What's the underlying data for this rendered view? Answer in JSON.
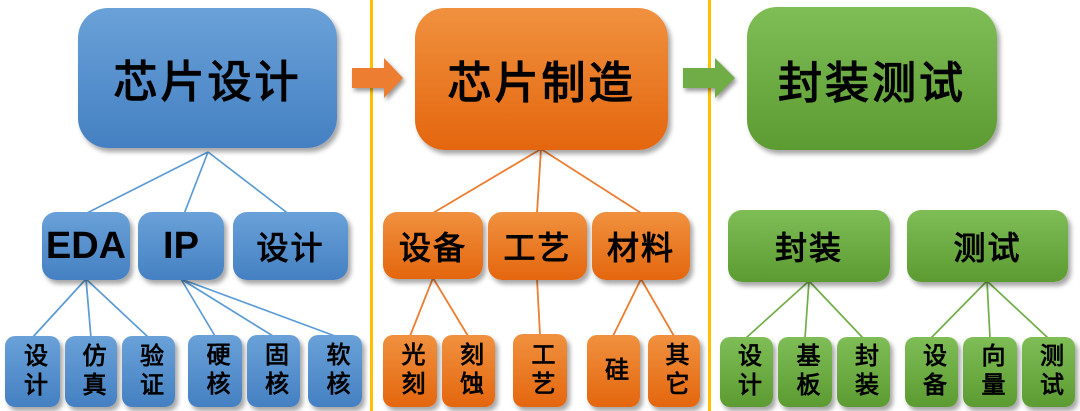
{
  "diagram": {
    "sections": [
      {
        "title": "芯片设计",
        "level2": [
          "EDA",
          "IP",
          "设计"
        ],
        "level3": [
          "设计",
          "仿真",
          "验证",
          "硬核",
          "固核",
          "软核"
        ],
        "accent": "#5B9BD5"
      },
      {
        "title": "芯片制造",
        "level2": [
          "设备",
          "工艺",
          "材料"
        ],
        "level3": [
          "光刻",
          "刻蚀",
          "工艺",
          "硅",
          "其它"
        ],
        "accent": "#ED7D31"
      },
      {
        "title": "封装测试",
        "level2": [
          "封装",
          "测试"
        ],
        "level3": [
          "设计",
          "基板",
          "封装",
          "设备",
          "向量",
          "测试"
        ],
        "accent": "#70AD47"
      }
    ],
    "colors": {
      "blue_gradient_top": "#6AA1D8",
      "blue_gradient_bottom": "#4480C2",
      "orange_gradient_top": "#F0913F",
      "orange_gradient_bottom": "#E4660E",
      "green_gradient_top": "#7FBD57",
      "green_gradient_bottom": "#5C9B31",
      "divider": "#FFC000",
      "connector_blue": "#5B9BD5",
      "connector_orange": "#ED7D31",
      "connector_green": "#70AD47",
      "arrow_orange": "#ED7D31",
      "arrow_green": "#70AD47",
      "text": "#000000"
    },
    "icons": {
      "flow_arrow_1": "arrow-right",
      "flow_arrow_2": "arrow-right"
    }
  }
}
